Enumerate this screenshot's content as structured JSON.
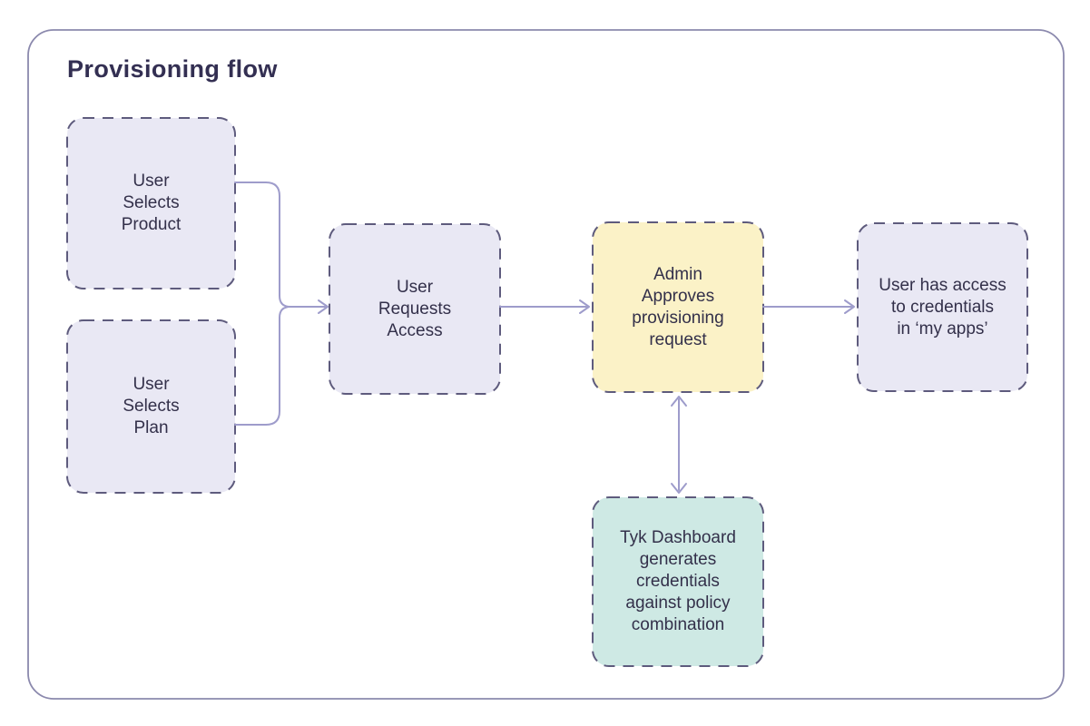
{
  "title": "Provisioning flow",
  "colors": {
    "canvas_border": "#8b89ad",
    "node_dashed_border": "#5e5b7d",
    "node_fill_lavender": "#e9e8f4",
    "node_fill_yellow": "#fbf2c7",
    "node_fill_teal": "#cee9e4",
    "connector": "#9e9ccb",
    "title_text": "#332f52",
    "node_text": "#33304a"
  },
  "nodes": {
    "user_selects_product": {
      "label": "User\nSelects\nProduct",
      "fill": "#e9e8f4"
    },
    "user_selects_plan": {
      "label": "User\nSelects\nPlan",
      "fill": "#e9e8f4"
    },
    "user_requests_access": {
      "label": "User\nRequests\nAccess",
      "fill": "#e9e8f4"
    },
    "admin_approves": {
      "label": "Admin\nApproves\nprovisioning\nrequest",
      "fill": "#fbf2c7"
    },
    "user_has_access": {
      "label": "User has access\nto credentials\nin ‘my apps’",
      "fill": "#e9e8f4"
    },
    "tyk_dashboard": {
      "label": "Tyk Dashboard\ngenerates\ncredentials\nagainst policy\ncombination",
      "fill": "#cee9e4"
    }
  },
  "edges": [
    {
      "from": "user_selects_product",
      "to": "user_requests_access",
      "type": "merge-arrow"
    },
    {
      "from": "user_selects_plan",
      "to": "user_requests_access",
      "type": "merge-arrow"
    },
    {
      "from": "user_requests_access",
      "to": "admin_approves",
      "type": "arrow"
    },
    {
      "from": "admin_approves",
      "to": "user_has_access",
      "type": "arrow"
    },
    {
      "from": "admin_approves",
      "to": "tyk_dashboard",
      "type": "double-arrow"
    }
  ]
}
